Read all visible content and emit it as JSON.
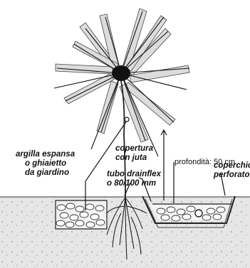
{
  "labels": {
    "clay_line1": "argilla espansa",
    "clay_line2": "o ghiaietto",
    "clay_line3": "da giardino",
    "cover_line1": "copertura",
    "cover_line2": "con juta",
    "pipe_line1": "tubo drainflex",
    "pipe_line2": "o 80/100 mm",
    "depth": "profondità: 50 cm",
    "lid_line1": "coperchio",
    "lid_line2": "perforato"
  }
}
